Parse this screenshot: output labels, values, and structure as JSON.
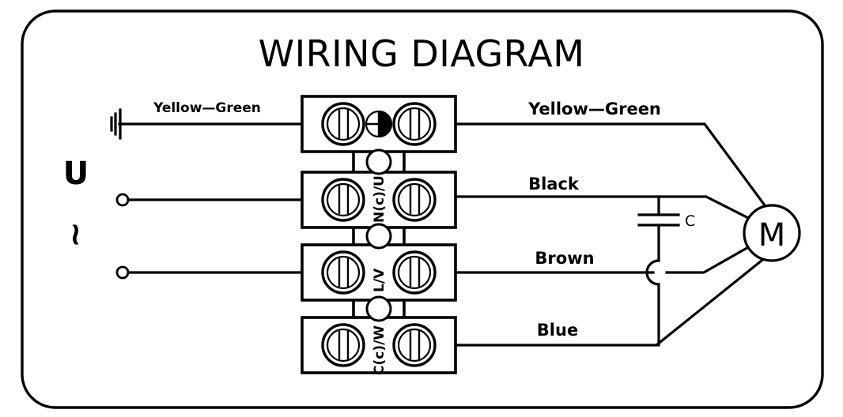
{
  "diagram": {
    "title": "WIRING DIAGRAM",
    "supply": {
      "voltage_symbol": "U",
      "ac_symbol": "~",
      "earth_icon": "earth-ground-icon"
    },
    "left_labels": [
      {
        "id": "left-earth",
        "text": "Yellow—Green"
      }
    ],
    "terminal_block": {
      "rows": [
        {
          "id": "row-earth",
          "label": "",
          "center_icon": "earth-terminal-icon"
        },
        {
          "id": "row-n",
          "label": "N(c)/U",
          "center_icon": ""
        },
        {
          "id": "row-l",
          "label": "L/V",
          "center_icon": ""
        },
        {
          "id": "row-c",
          "label": "C(c)/W",
          "center_icon": ""
        }
      ]
    },
    "right_labels": [
      {
        "id": "wire-yellow-green",
        "text": "Yellow—Green"
      },
      {
        "id": "wire-black",
        "text": "Black"
      },
      {
        "id": "wire-brown",
        "text": "Brown"
      },
      {
        "id": "wire-blue",
        "text": "Blue"
      }
    ],
    "capacitor": {
      "label": "C",
      "symbol": "capacitor-icon"
    },
    "motor": {
      "label": "M",
      "symbol": "motor-icon"
    },
    "colors": {
      "stroke": "#000000",
      "background": "#ffffff"
    }
  }
}
